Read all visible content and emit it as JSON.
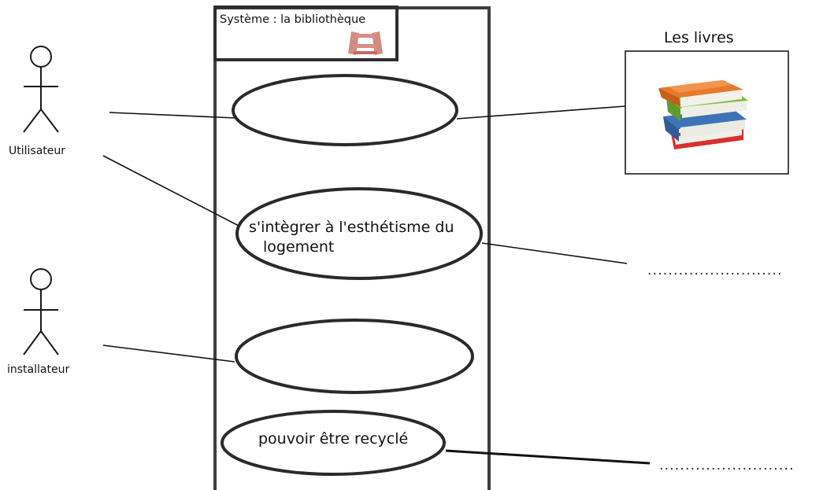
{
  "system": {
    "title": "Système : la bibliothèque",
    "icon": "bookshelf-icon"
  },
  "actors": [
    {
      "name": "Utilisateur",
      "icon": "stick-figure-icon"
    },
    {
      "name": "installateur",
      "icon": "stick-figure-icon"
    }
  ],
  "use_cases": [
    {
      "label": ""
    },
    {
      "label_line1": "s'intègrer à l'esthétisme du",
      "label_line2": "logement"
    },
    {
      "label": ""
    },
    {
      "label": "pouvoir être recyclé"
    }
  ],
  "external": {
    "books_title": "Les livres",
    "books_icon": "book-stack-icon",
    "placeholder_1": "..........................",
    "placeholder_2": ".........................."
  },
  "colors": {
    "frame": "#3c3f3c",
    "line": "#111111",
    "book_orange": "#e8782a",
    "book_green": "#7cbf3c",
    "book_blue": "#3f73b6",
    "book_red": "#d8302f",
    "shelf_icon": "#c9786e"
  }
}
